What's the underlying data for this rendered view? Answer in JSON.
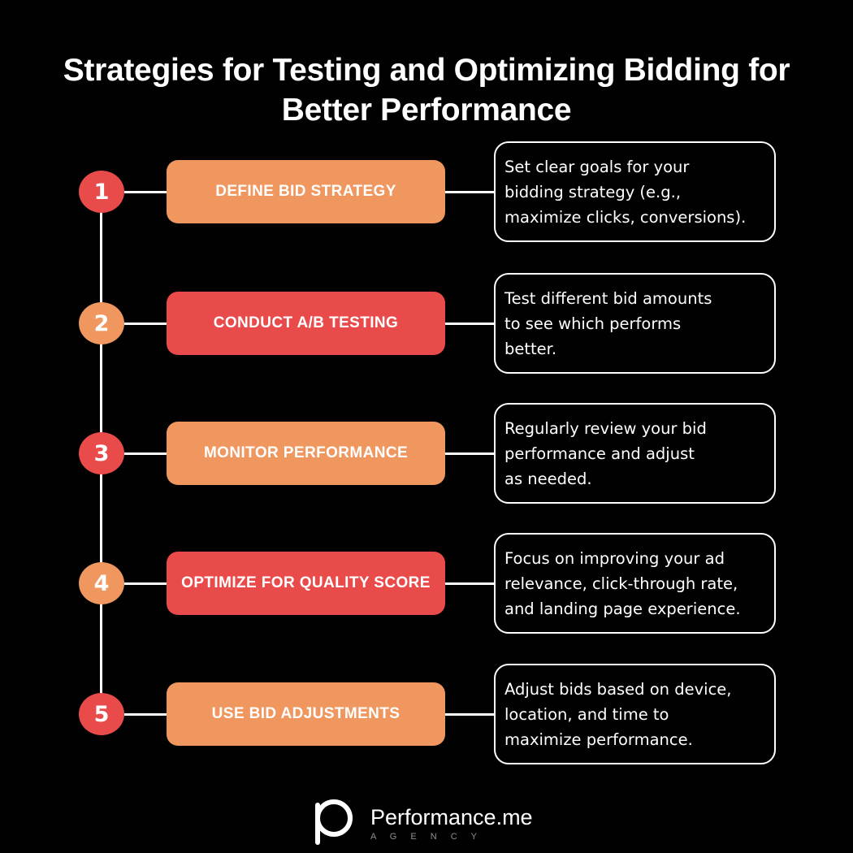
{
  "title": "Strategies for Testing and Optimizing Bidding for\nBetter Performance",
  "colors": {
    "background": "#010101",
    "red": "#E94B4B",
    "orange": "#F0975F",
    "text": "#FFFFFF",
    "tagline_gray": "#8F8F8F"
  },
  "steps": [
    {
      "number": "1",
      "label": "DEFINE BID STRATEGY",
      "description": "Set clear goals for your\nbidding strategy (e.g.,\nmaximize clicks, conversions).",
      "circle_color": "#E94B4B",
      "box_color": "#F0975F"
    },
    {
      "number": "2",
      "label": "CONDUCT A/B TESTING",
      "description": "Test different bid amounts\nto see which performs\nbetter.",
      "circle_color": "#F0975F",
      "box_color": "#E94B4B"
    },
    {
      "number": "3",
      "label": "MONITOR PERFORMANCE",
      "description": "Regularly review your bid\nperformance and adjust\nas needed.",
      "circle_color": "#E94B4B",
      "box_color": "#F0975F"
    },
    {
      "number": "4",
      "label": "OPTIMIZE FOR QUALITY SCORE",
      "description": "Focus on improving your ad\nrelevance, click-through rate,\nand landing page experience.",
      "circle_color": "#F0975F",
      "box_color": "#E94B4B"
    },
    {
      "number": "5",
      "label": "USE BID ADJUSTMENTS",
      "description": "Adjust bids based on device,\nlocation, and time to\nmaximize performance.",
      "circle_color": "#E94B4B",
      "box_color": "#F0975F"
    }
  ],
  "footer": {
    "brand": "Performance.me",
    "tagline": "A G E N C Y",
    "logo": "p-logo"
  }
}
